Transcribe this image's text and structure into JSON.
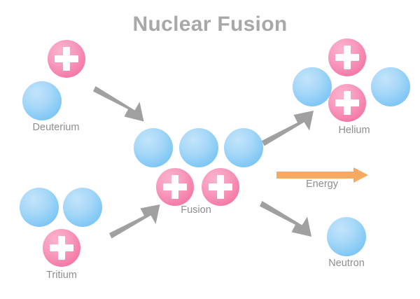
{
  "title": "Nuclear Fusion",
  "colors": {
    "title_gray": "#a8a8a8",
    "label_gray": "#8e8e8e",
    "neutron_blue": "#8fcef6",
    "proton_pink": "#f589b4",
    "arrow_gray": "#a0a0a0",
    "energy_orange": "#f5a961",
    "background": "#ffffff"
  },
  "reactants": {
    "deuterium": {
      "label": "Deuterium",
      "proton_count": 1,
      "neutron_count": 1
    },
    "tritium": {
      "label": "Tritium",
      "proton_count": 1,
      "neutron_count": 2
    }
  },
  "intermediate": {
    "fusion": {
      "label": "Fusion",
      "proton_count": 2,
      "neutron_count": 3
    }
  },
  "products": {
    "helium": {
      "label": "Helium",
      "proton_count": 2,
      "neutron_count": 2
    },
    "neutron": {
      "label": "Neutron",
      "proton_count": 0,
      "neutron_count": 1
    },
    "energy": {
      "label": "Energy"
    }
  },
  "arrows": {
    "deuterium_to_fusion": "arrow-down-right-icon",
    "tritium_to_fusion": "arrow-up-right-icon",
    "fusion_to_helium": "arrow-up-right-icon",
    "fusion_to_neutron": "arrow-down-right-icon",
    "fusion_to_energy": "arrow-right-icon"
  }
}
